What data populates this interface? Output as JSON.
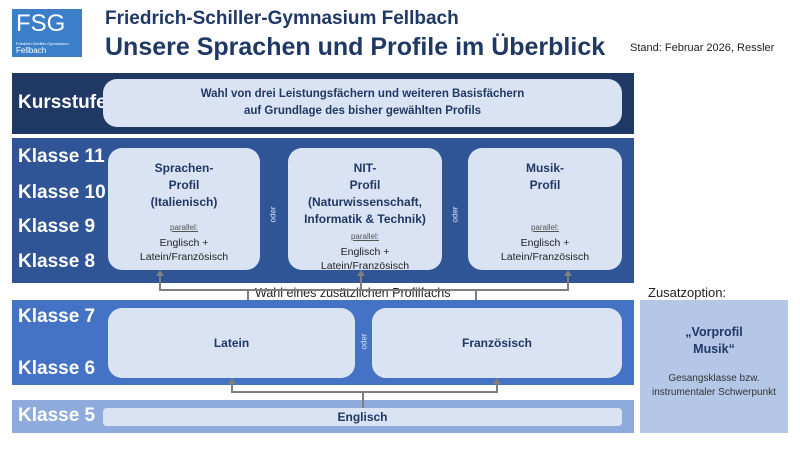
{
  "logo": {
    "abbr": "FSG",
    "name": "Friedrich-Schiller-Gymnasium",
    "town": "Fellbach"
  },
  "header": {
    "school": "Friedrich-Schiller-Gymnasium Fellbach",
    "title": "Unsere Sprachen und Profile im Überblick",
    "stand": "Stand: Februar 2026, Ressler"
  },
  "kursstufe": {
    "label": "Kursstufe",
    "text1": "Wahl von drei Leistungsfächern und weiteren Basisfächern",
    "text2": "auf Grundlage des bisher gewählten Profils"
  },
  "upper": {
    "labels": [
      "Klasse 11",
      "Klasse 10",
      "Klasse 9",
      "Klasse 8"
    ],
    "profiles": [
      {
        "lines": [
          "Sprachen-",
          "Profil",
          "(Italienisch)"
        ],
        "parallel": "parallel:",
        "p1": "Englisch +",
        "p2": "Latein/Französisch"
      },
      {
        "lines": [
          "NIT-",
          "Profil",
          "(Naturwissenschaft,",
          "Informatik & Technik)"
        ],
        "parallel": "parallel:",
        "p1": "Englisch +",
        "p2": "Latein/Französisch"
      },
      {
        "lines": [
          "Musik-",
          "Profil"
        ],
        "parallel": "parallel:",
        "p1": "Englisch +",
        "p2": "Latein/Französisch"
      }
    ],
    "oder": "oder"
  },
  "connector_text": "Wahl eines zusätzlichen Profilfachs",
  "middle": {
    "labels": [
      "Klasse 7",
      "Klasse 6"
    ],
    "left": "Latein",
    "right": "Französisch",
    "oder": "oder"
  },
  "lower": {
    "label": "Klasse 5",
    "box": "Englisch"
  },
  "zusatz": {
    "heading": "Zusatzoption:",
    "title1": "„Vorprofil",
    "title2": "Musik“",
    "desc1": "Gesangsklasse bzw.",
    "desc2": "instrumentaler Schwerpunkt"
  }
}
